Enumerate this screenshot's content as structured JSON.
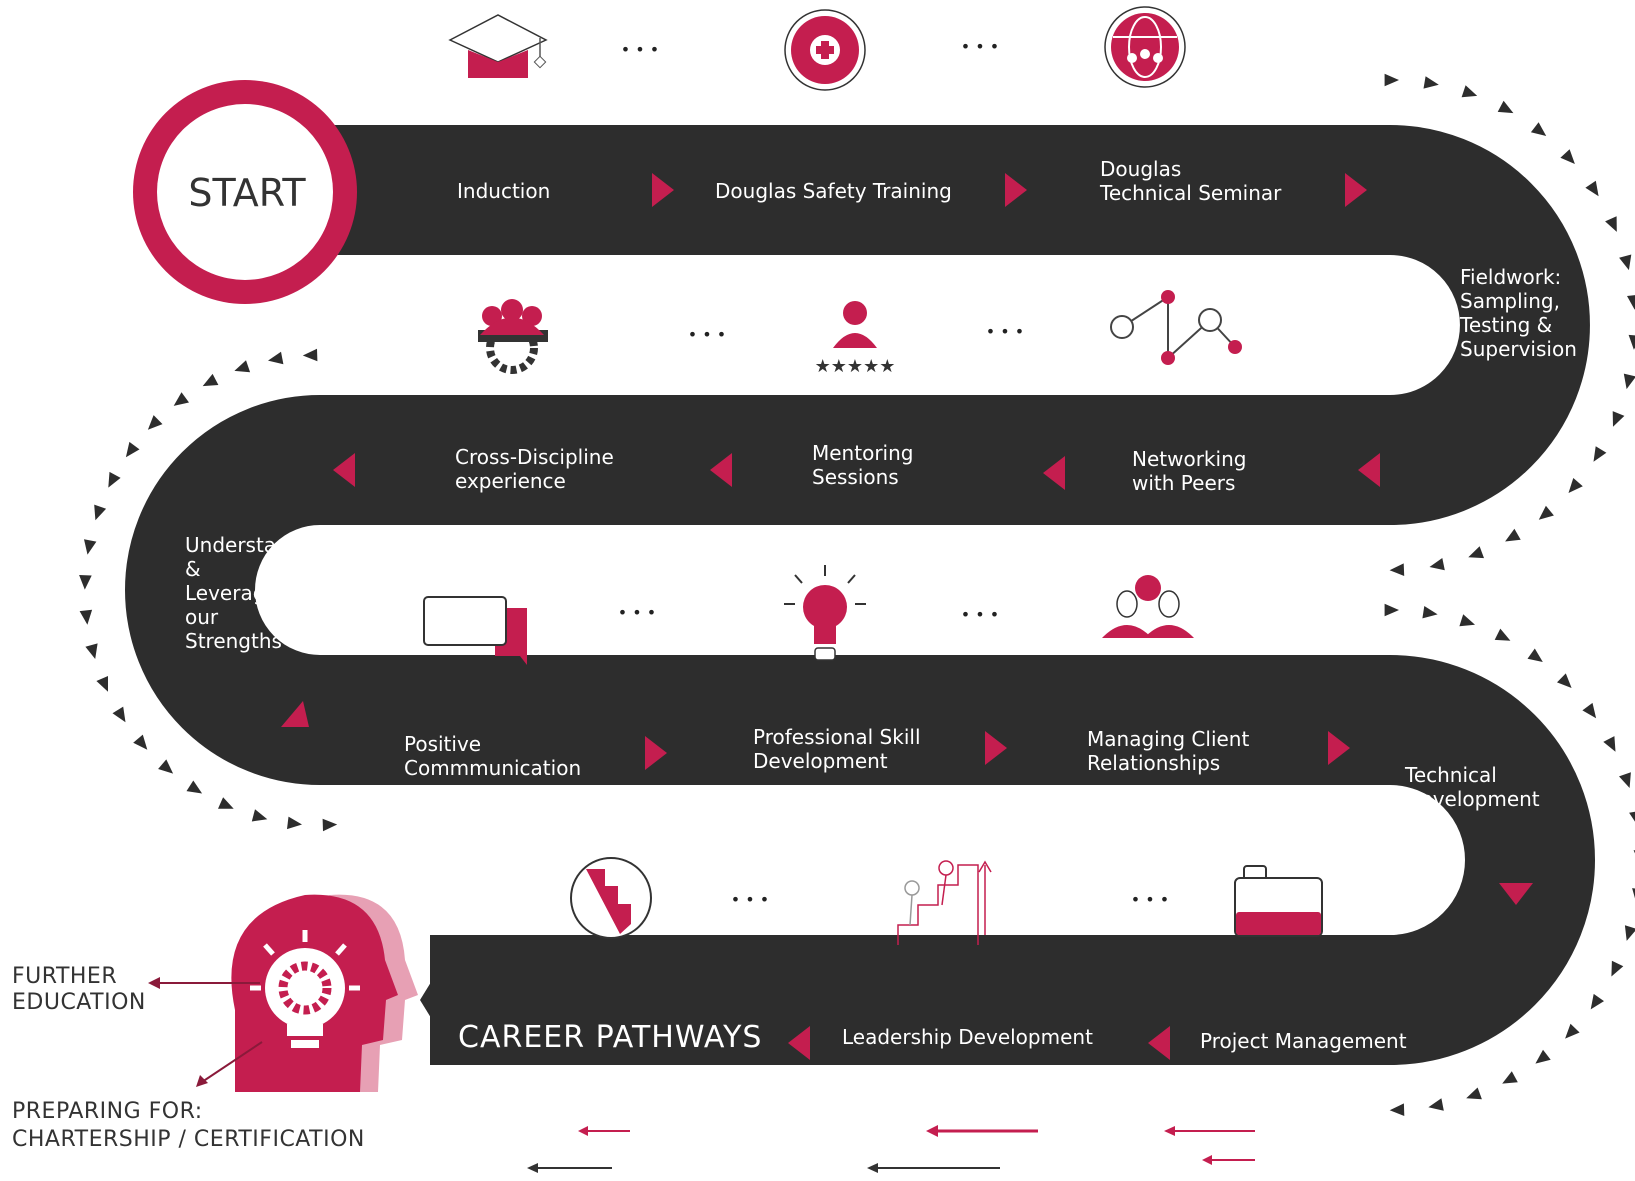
{
  "colors": {
    "road": "#2d2d2d",
    "accent": "#c41e4f",
    "accent_light": "#e7a0b4",
    "tick": "#2d2d2d",
    "white": "#ffffff"
  },
  "start_label": "START",
  "end_label": "CAREER PATHWAYS",
  "row1": {
    "steps": [
      {
        "lines": [
          "Induction"
        ]
      },
      {
        "lines": [
          "Douglas Safety Training"
        ]
      },
      {
        "lines": [
          "Douglas",
          "Technical Seminar"
        ]
      }
    ]
  },
  "turn1": {
    "lines": [
      "Fieldwork:",
      "Sampling,",
      "Testing &",
      "Supervision"
    ]
  },
  "row2": {
    "steps": [
      {
        "lines": [
          "Networking",
          "with Peers"
        ]
      },
      {
        "lines": [
          "Mentoring",
          "Sessions"
        ]
      },
      {
        "lines": [
          "Cross-Discipline",
          "experience"
        ]
      }
    ]
  },
  "turn2": {
    "lines": [
      "Understanding",
      "&",
      "Leveraging",
      "our",
      "Strengths"
    ]
  },
  "row3": {
    "steps": [
      {
        "lines": [
          "Positive",
          "Commmunication"
        ]
      },
      {
        "lines": [
          "Professional Skill",
          "Development"
        ]
      },
      {
        "lines": [
          "Managing Client",
          "Relationships"
        ]
      }
    ]
  },
  "turn3": {
    "lines": [
      "Technical",
      "Development"
    ]
  },
  "row4": {
    "steps": [
      {
        "lines": [
          "Project Management"
        ]
      },
      {
        "lines": [
          "Leadership Development"
        ]
      }
    ]
  },
  "outcomes": {
    "further": [
      "FURTHER",
      "EDUCATION"
    ],
    "preparing": [
      "PREPARING FOR:",
      "CHARTERSHIP / CERTIFICATION"
    ]
  },
  "icons": {
    "row1": [
      "graduation-cap-icon",
      "first-aid-icon",
      "global-team-icon"
    ],
    "row2": [
      "team-gear-icon",
      "star-employee-icon",
      "network-nodes-icon"
    ],
    "row3": [
      "chat-bubbles-icon",
      "lightbulb-icon",
      "mentor-people-icon"
    ],
    "row4": [
      "stairs-icon",
      "climbing-help-icon",
      "briefcase-icon"
    ],
    "outcome": "head-lightbulb-gear-icon"
  },
  "separator": "• • •"
}
